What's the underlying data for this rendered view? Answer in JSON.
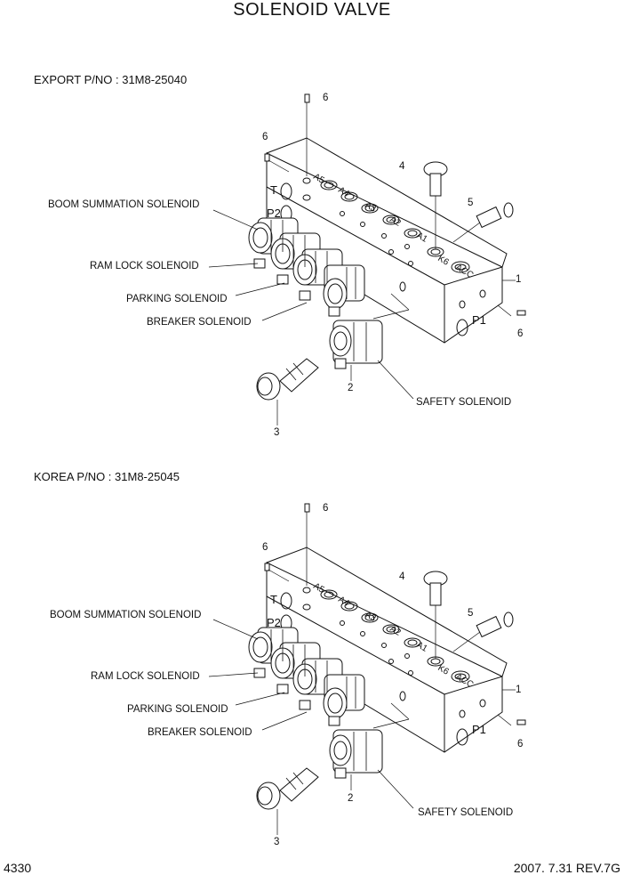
{
  "title": "SOLENOID VALVE",
  "export": {
    "pno": "EXPORT P/NO : 31M8-25040",
    "labels": {
      "boom": "BOOM SUMMATION SOLENOID",
      "ram": "RAM LOCK SOLENOID",
      "parking": "PARKING SOLENOID",
      "breaker": "BREAKER SOLENOID",
      "safety": "SAFETY SOLENOID"
    },
    "callouts": {
      "n1": "1",
      "n2": "2",
      "n3": "3",
      "n4": "4",
      "n5": "5",
      "n6a": "6",
      "n6b": "6",
      "n6c": "6"
    }
  },
  "korea": {
    "pno": "KOREA P/NO : 31M8-25045",
    "labels": {
      "boom": "BOOM SUMMATION SOLENOID",
      "ram": "RAM LOCK SOLENOID",
      "parking": "PARKING SOLENOID",
      "breaker": "BREAKER SOLENOID",
      "safety": "SAFETY SOLENOID"
    },
    "callouts": {
      "n1": "1",
      "n2": "2",
      "n3": "3",
      "n4": "4",
      "n5": "5",
      "n6a": "6",
      "n6b": "6",
      "n6c": "6"
    }
  },
  "port_marks": {
    "t": "T",
    "p2": "P2",
    "a5": "A5",
    "a4": "A4",
    "a3": "A3",
    "a2": "A2",
    "a1": "A1",
    "k6": "K6",
    "acc": "ACC",
    "p1": "P1"
  },
  "footer": {
    "page": "4330",
    "date_rev": "2007. 7.31  REV.7G"
  }
}
